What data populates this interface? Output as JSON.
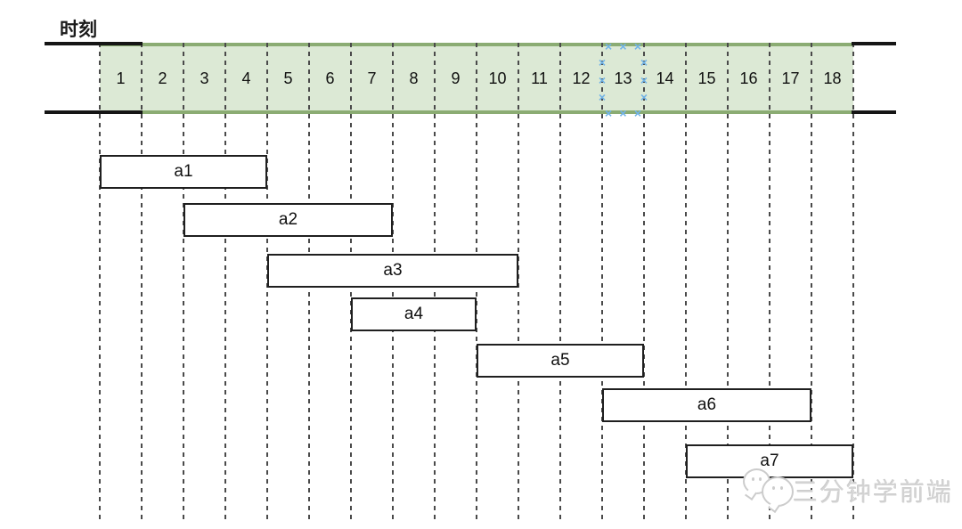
{
  "page": {
    "background_color": "#ffffff"
  },
  "timeline": {
    "label": "时刻",
    "cells": [
      "1",
      "2",
      "3",
      "4",
      "5",
      "6",
      "7",
      "8",
      "9",
      "10",
      "11",
      "12",
      "13",
      "14",
      "15",
      "16",
      "17",
      "18"
    ],
    "selected_cell": "13",
    "colors": {
      "cell_fill": "#dce9d5",
      "cell_border": "#8bac73",
      "grid_dash": "#4a4a4a",
      "rail": "#151515",
      "selection_mark": "#70b3e8"
    }
  },
  "tasks": [
    {
      "label": "a1",
      "start": 1,
      "end": 4
    },
    {
      "label": "a2",
      "start": 3,
      "end": 7
    },
    {
      "label": "a3",
      "start": 5,
      "end": 10
    },
    {
      "label": "a4",
      "start": 7,
      "end": 9
    },
    {
      "label": "a5",
      "start": 10,
      "end": 13
    },
    {
      "label": "a6",
      "start": 13,
      "end": 17
    },
    {
      "label": "a7",
      "start": 15,
      "end": 18
    }
  ],
  "chart_data": {
    "type": "bar",
    "subtype": "gantt-intervals",
    "title": "时刻",
    "x_ticks": [
      "1",
      "2",
      "3",
      "4",
      "5",
      "6",
      "7",
      "8",
      "9",
      "10",
      "11",
      "12",
      "13",
      "14",
      "15",
      "16",
      "17",
      "18"
    ],
    "highlighted_tick": "13",
    "series": [
      {
        "name": "a1",
        "start": 1,
        "end": 4
      },
      {
        "name": "a2",
        "start": 3,
        "end": 7
      },
      {
        "name": "a3",
        "start": 5,
        "end": 10
      },
      {
        "name": "a4",
        "start": 7,
        "end": 9
      },
      {
        "name": "a5",
        "start": 10,
        "end": 13
      },
      {
        "name": "a6",
        "start": 13,
        "end": 17
      },
      {
        "name": "a7",
        "start": 15,
        "end": 18
      }
    ]
  },
  "watermark": {
    "text": "三分钟学前端",
    "logo": "chat-bubbles-logo",
    "color": "#d3d3d3"
  }
}
